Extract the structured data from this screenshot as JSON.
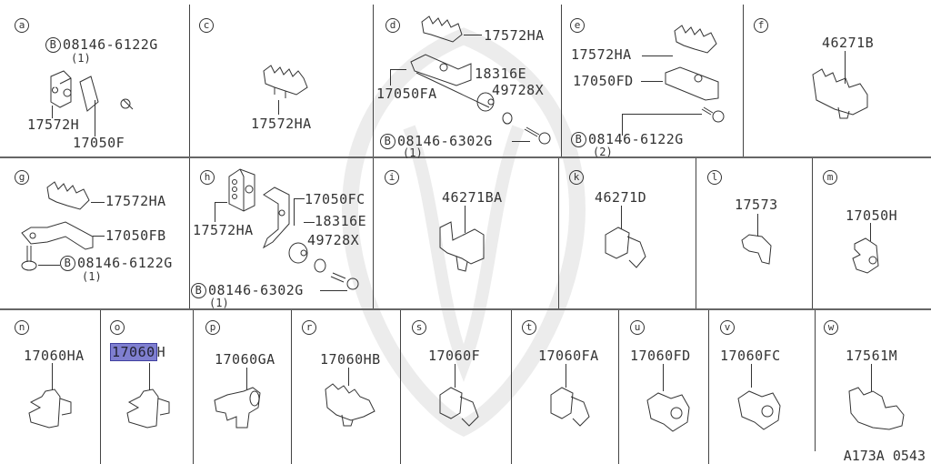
{
  "diagram": {
    "code": "A173A 0543",
    "highlight_color": "#7f7fd0",
    "cells": {
      "a": {
        "ref": "a",
        "parts": [
          "08146-6122G",
          "17572H",
          "17050F"
        ],
        "bolt_qty": "(1)"
      },
      "c": {
        "ref": "c",
        "parts": [
          "17572HA"
        ]
      },
      "d": {
        "ref": "d",
        "parts": [
          "17572HA",
          "17050FA",
          "18316E",
          "49728X",
          "08146-6302G"
        ],
        "bolt_qty": "(1)"
      },
      "e": {
        "ref": "e",
        "parts": [
          "17572HA",
          "17050FD",
          "08146-6122G"
        ],
        "bolt_qty": "(2)"
      },
      "f": {
        "ref": "f",
        "parts": [
          "46271B"
        ]
      },
      "g": {
        "ref": "g",
        "parts": [
          "17572HA",
          "17050FB",
          "08146-6122G"
        ],
        "bolt_qty": "(1)"
      },
      "h": {
        "ref": "h",
        "parts": [
          "17050FC",
          "17572HA",
          "18316E",
          "49728X",
          "08146-6302G"
        ],
        "bolt_qty": "(1)"
      },
      "i": {
        "ref": "i",
        "parts": [
          "46271BA"
        ]
      },
      "k": {
        "ref": "k",
        "parts": [
          "46271D"
        ]
      },
      "l": {
        "ref": "l",
        "parts": [
          "17573"
        ]
      },
      "m": {
        "ref": "m",
        "parts": [
          "17050H"
        ]
      },
      "n": {
        "ref": "n",
        "parts": [
          "17060HA"
        ]
      },
      "o": {
        "ref": "o",
        "parts": [
          "17060H"
        ],
        "highlighted_text": "17060",
        "suffix_text": "H"
      },
      "p": {
        "ref": "p",
        "parts": [
          "17060GA"
        ]
      },
      "r": {
        "ref": "r",
        "parts": [
          "17060HB"
        ]
      },
      "s": {
        "ref": "s",
        "parts": [
          "17060F"
        ]
      },
      "t": {
        "ref": "t",
        "parts": [
          "17060FA"
        ]
      },
      "u": {
        "ref": "u",
        "parts": [
          "17060FD"
        ]
      },
      "v": {
        "ref": "v",
        "parts": [
          "17060FC"
        ]
      },
      "w": {
        "ref": "w",
        "parts": [
          "17561M"
        ]
      }
    },
    "bolt_mark": "B"
  }
}
